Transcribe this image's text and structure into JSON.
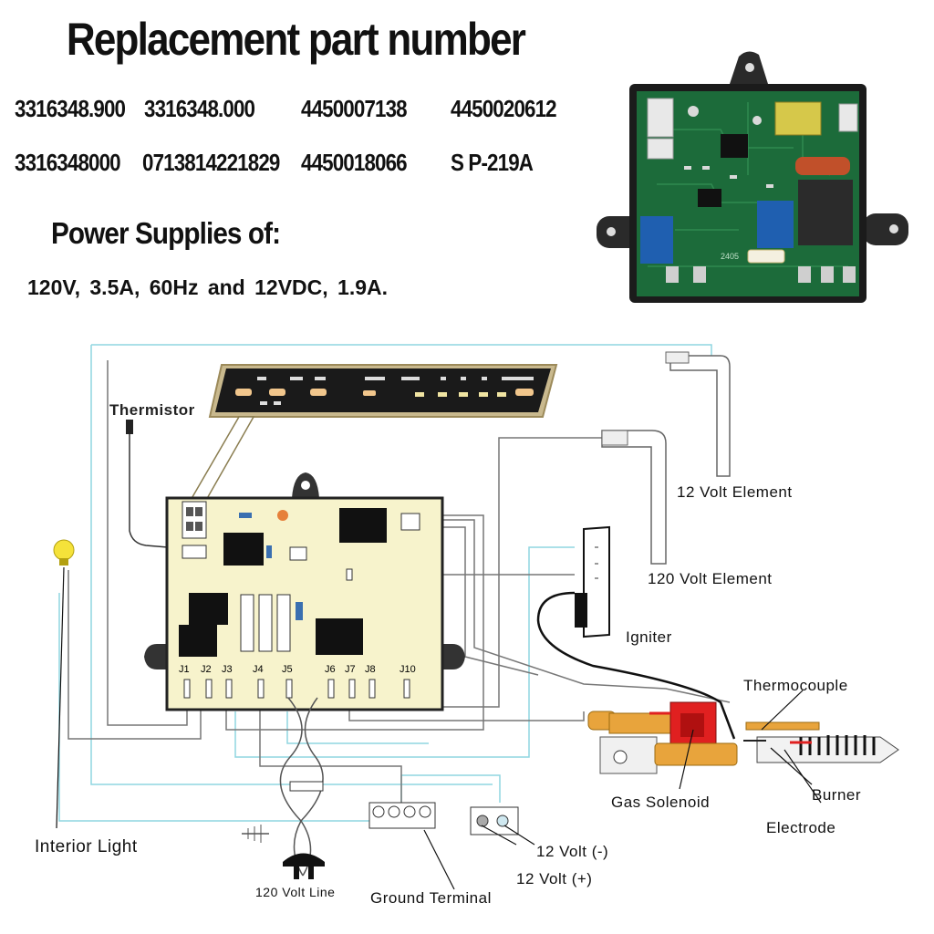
{
  "header": {
    "title": "Replacement part number",
    "part_numbers": [
      [
        "3316348.900",
        "3316348.000",
        "4450007138",
        "4450020612"
      ],
      [
        "3316348000",
        "0713814221829",
        "4450018066",
        "S P-219A"
      ]
    ],
    "power_title": "Power Supplies of:",
    "power_values": "120V,  3.5A,  60Hz   and    12VDC,  1.9A."
  },
  "diagram": {
    "labels": {
      "thermistor": "Thermistor",
      "element_12v": "12 Volt Element",
      "element_120v": "120 Volt Element",
      "igniter": "Igniter",
      "thermocouple": "Thermocouple",
      "burner": "Burner",
      "gas_solenoid": "Gas Solenoid",
      "electrode": "Electrode",
      "interior_light": "Interior Light",
      "volt_line": "120 Volt Line",
      "ground_terminal": "Ground Terminal",
      "volt_neg": "12 Volt (-)",
      "volt_pos": "12 Volt (+)"
    },
    "connectors": [
      "J1",
      "J2",
      "J3",
      "J4",
      "J5",
      "J6",
      "J7",
      "J8",
      "J10"
    ],
    "pcb_silkscreen": "2405"
  },
  "colors": {
    "board_fill": "#f7f3cc",
    "pcb_green": "#1c6b3a",
    "wire_cyan": "#8fd6e0",
    "solenoid_orange": "#e8a43c",
    "solenoid_red": "#e02020"
  }
}
